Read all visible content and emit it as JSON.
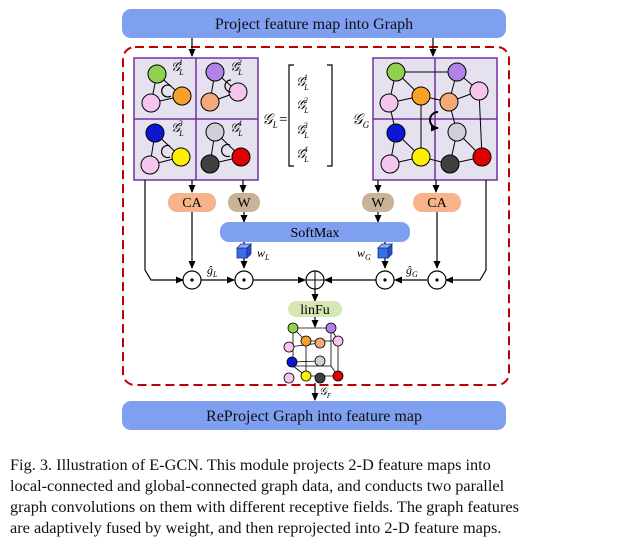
{
  "header": {
    "project_label": "Project feature map into Graph"
  },
  "footer": {
    "reproject_label": "ReProject Graph into feature map"
  },
  "blocks": {
    "ca_left": "CA",
    "w_left": "W",
    "w_right": "W",
    "ca_right": "CA",
    "softmax": "SoftMax",
    "linfu": "linFu"
  },
  "symbols": {
    "gl": "𝒢",
    "gl_sub": "L",
    "gg_sub": "G",
    "gf_sub": "F",
    "sup1": "1",
    "sup2": "2",
    "sup3": "3",
    "sup4": "4",
    "equals": "=",
    "w_l": "w",
    "w_g": "w",
    "hat_gl": "ĝ",
    "hat_gg": "ĝ"
  },
  "caption": {
    "line1": "Fig. 3.   Illustration of E-GCN. This module projects 2-D feature maps into",
    "line2": "local-connected and global-connected graph data, and conducts two parallel",
    "line3": "graph convolutions on them with different receptive fields. The graph features",
    "line4": "are adaptively fused by weight, and then reprojected into 2-D feature maps."
  },
  "colors": {
    "blue_bar": "#7f9ff0",
    "ca": "#f7b48a",
    "w": "#c9b396",
    "linfu": "#d5e7b3",
    "panel": "#e6e1ee",
    "panel_border": "#7030a0",
    "dashed": "#c00000",
    "node_green": "#92d050",
    "node_purple": "#b183e6",
    "node_pink": "#f3c5ef",
    "node_orange": "#f7a129",
    "node_blue": "#0b17d4",
    "node_yellow": "#ffee00",
    "node_gray": "#cfcfd8",
    "node_dark": "#404040",
    "node_red": "#e00000",
    "node_salmon": "#f5a878"
  },
  "icons": [
    "clockwise-arrow-icon",
    "cube-icon",
    "plus-circle-icon",
    "dot-circle-icon"
  ]
}
